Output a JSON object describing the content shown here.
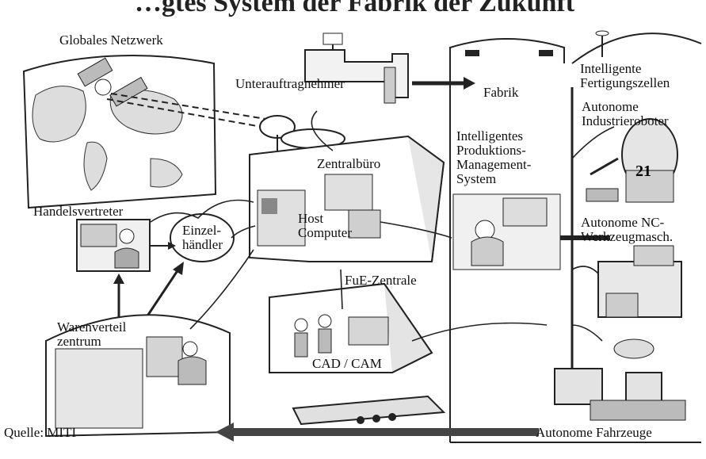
{
  "heading_fragment": "…gtes System der Fabrik der Zukunft",
  "labels": {
    "global_network": "Globales Netzwerk",
    "subcontractor": "Unterauftragnehmer",
    "factory": "Fabrik",
    "intelligent_cells": "Intelligente\nFertigungszellen",
    "autonomous_robots": "Autonome\nIndustrieroboter",
    "head_office": "Zentralbüro",
    "production_system": "Intelligentes\nProduktions-\nManagement-\nSystem",
    "sales_rep": "Handelsvertreter",
    "host_computer": "Host\nComputer",
    "retailer": "Einzel-\nhändler",
    "autonomous_nc": "Autonome NC-\nWerkzeugmasch.",
    "rnd_center": "FuE-Zentrale",
    "distribution": "Warenverteil\nzentrum",
    "cad_cam": "CAD / CAM",
    "source": "Quelle: MITI",
    "autonomous_vehicles": "Autonome Fahrzeuge"
  },
  "colors": {
    "ink": "#1a1a1a",
    "paper": "#ffffff",
    "shade": "#d9d9d9"
  }
}
